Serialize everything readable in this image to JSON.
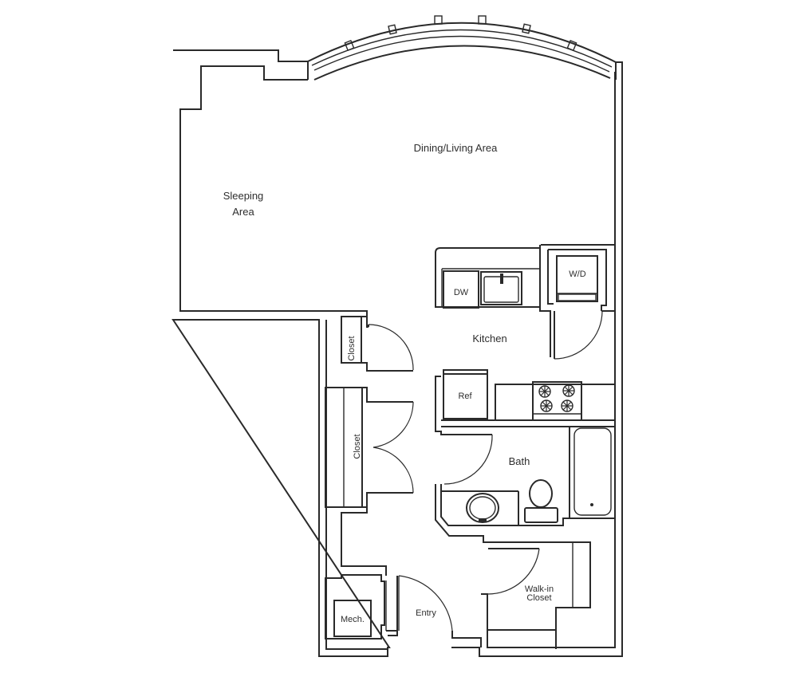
{
  "plan": {
    "type": "apartment-floor-plan",
    "line_color": "#2a2a2a",
    "background": "#ffffff",
    "rooms": {
      "dining_living": "Dining/Living Area",
      "sleeping_line1": "Sleeping",
      "sleeping_line2": "Area",
      "kitchen": "Kitchen",
      "bath": "Bath",
      "entry": "Entry",
      "walkin_line1": "Walk-in",
      "walkin_line2": "Closet",
      "closet_upper": "Closet",
      "closet_lower": "Closet",
      "mech": "Mech."
    },
    "fixtures": {
      "dishwasher": "DW",
      "washer_dryer": "W/D",
      "refrigerator": "Ref"
    }
  }
}
